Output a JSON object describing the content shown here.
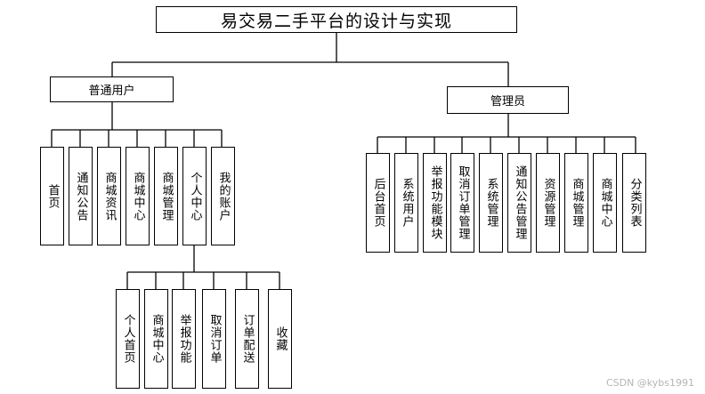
{
  "root": {
    "label": "易交易二手平台的设计与实现"
  },
  "user_branch": {
    "label": "普通用户",
    "children": [
      "首页",
      "通知公告",
      "商城资讯",
      "商城中心",
      "商城管理",
      "个人中心",
      "我的账户"
    ]
  },
  "personal_center": {
    "children": [
      "个人首页",
      "商城中心",
      "举报功能",
      "取消订单",
      "订单配送",
      "收藏"
    ]
  },
  "admin_branch": {
    "label": "管理员",
    "children": [
      "后台首页",
      "系统用户",
      "举报功能模块",
      "取消订单管理",
      "系统管理",
      "通知公告管理",
      "资源管理",
      "商城管理",
      "商城中心",
      "分类列表"
    ]
  },
  "watermark": "CSDN @kybs1991"
}
